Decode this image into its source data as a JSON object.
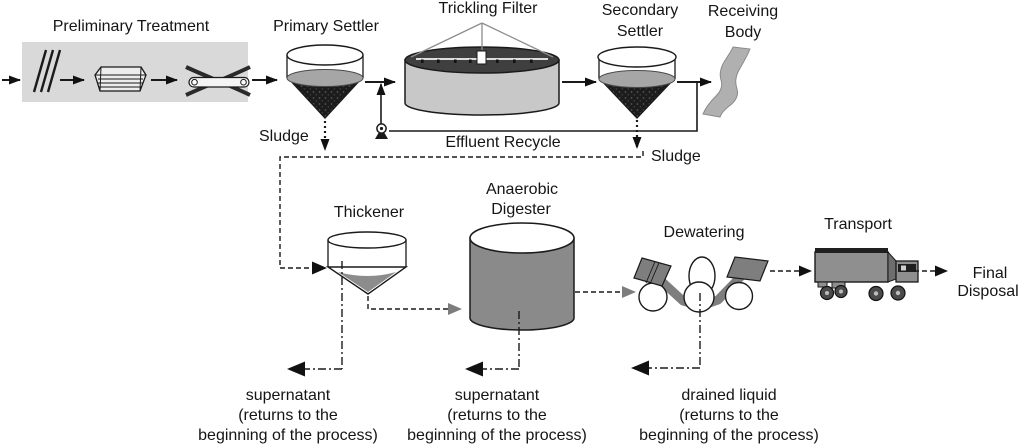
{
  "diagram": {
    "labels": {
      "preliminary_treatment": "Preliminary Treatment",
      "primary_settler": "Primary Settler",
      "trickling_filter": "Trickling Filter",
      "secondary_settler_line1": "Secondary",
      "secondary_settler_line2": "Settler",
      "receiving_body_line1": "Receiving",
      "receiving_body_line2": "Body",
      "sludge_primary": "Sludge",
      "sludge_secondary": "Sludge",
      "effluent_recycle": "Effluent Recycle",
      "thickener": "Thickener",
      "anaerobic_digester_line1": "Anaerobic",
      "anaerobic_digester_line2": "Digester",
      "dewatering": "Dewatering",
      "transport": "Transport",
      "final_disposal_line1": "Final",
      "final_disposal_line2": "Disposal"
    },
    "returns": {
      "thickener_supernatant": {
        "line1": "supernatant",
        "line2": "(returns to the",
        "line3": "beginning of the process)"
      },
      "digester_supernatant": {
        "line1": "supernatant",
        "line2": "(returns to the",
        "line3": "beginning of the process)"
      },
      "dewatering_drained": {
        "line1": "drained liquid",
        "line2": "(returns to the",
        "line3": "beginning of the process)"
      }
    },
    "colors": {
      "background": "#ffffff",
      "preliminary_box": "#d9d9d9",
      "liquid": "#a6a6a6",
      "sludge_dark": "#1c1c1c",
      "filter_top": "#3f3f3f",
      "filter_body": "#c8c8c8",
      "river": "#b0b0b0",
      "vessel_gray": "#8a8a8a",
      "thickener_sludge": "#8c8c8c",
      "belt_gray": "#7e7e7e",
      "truck_gray": "#8f8f8f",
      "line": "#1a1a1a"
    }
  }
}
